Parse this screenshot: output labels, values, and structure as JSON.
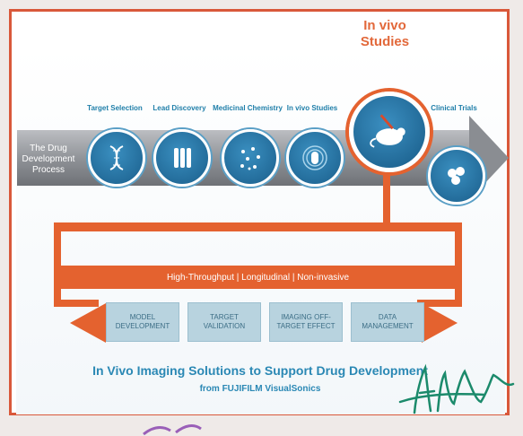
{
  "diagram": {
    "process_label": "The Drug Development Process",
    "highlight_title": "In vivo Studies",
    "stages": [
      {
        "label": "Target Selection",
        "icon": "dna-icon"
      },
      {
        "label": "Lead Discovery",
        "icon": "test-tubes-icon"
      },
      {
        "label": "Medicinal Chemistry",
        "icon": "molecules-icon"
      },
      {
        "label": "In vivo Studies",
        "icon": "imaging-icon"
      },
      {
        "label": "Clinical Trials",
        "icon": "pills-icon"
      }
    ],
    "attributes": "High-Throughput | Longitudinal | Non-invasive",
    "features": [
      "MODEL DEVELOPMENT",
      "TARGET VALIDATION",
      "IMAGING OFF-TARGET EFFECT",
      "DATA MANAGEMENT"
    ],
    "title": "In Vivo Imaging Solutions to Support Drug Development",
    "subtitle": "from FUJIFILM VisualSonics"
  },
  "colors": {
    "orange": "#e4622f",
    "blue": "#1a5e8b",
    "text_blue": "#2a88b4",
    "frame": "#d9583a"
  }
}
